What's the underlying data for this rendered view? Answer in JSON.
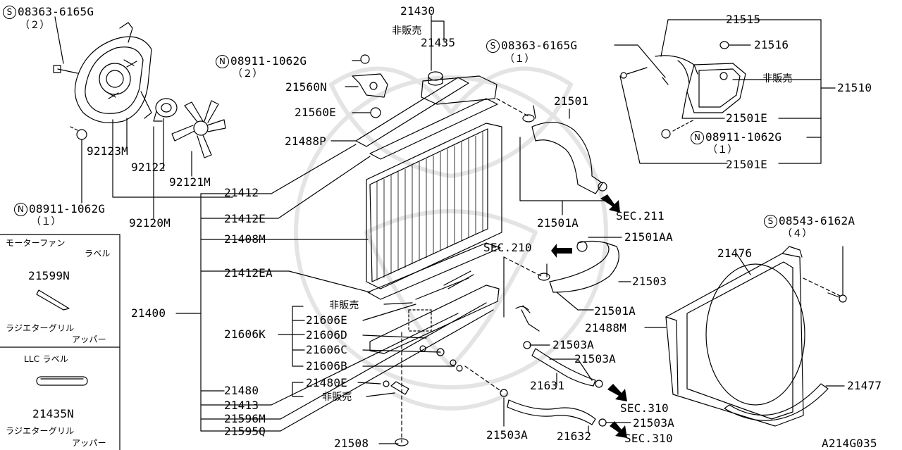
{
  "part_labels": {
    "p21430": "21430",
    "p21435": "21435",
    "p21515": "21515",
    "p21516": "21516",
    "p21510": "21510",
    "p21501": "21501",
    "p21501E_a": "21501E",
    "p21501E_b": "21501E",
    "p21560N": "21560N",
    "p21560E": "21560E",
    "p21488P": "21488P",
    "p92123M": "92123M",
    "p92122": "92122",
    "p92121M": "92121M",
    "p92120M": "92120M",
    "p21412": "21412",
    "p21412E": "21412E",
    "p21408M": "21408M",
    "p21412EA": "21412EA",
    "p21400": "21400",
    "p21606K": "21606K",
    "p21606E": "21606E",
    "p21606D": "21606D",
    "p21606C": "21606C",
    "p21606B": "21606B",
    "p21480": "21480",
    "p21480E": "21480E",
    "p21413": "21413",
    "p21596M": "21596M",
    "p21595Q": "21595Q",
    "p21508": "21508",
    "p21501A_a": "21501A",
    "p21501A_b": "21501A",
    "p21501AA": "21501AA",
    "p21503": "21503",
    "p21488M": "21488M",
    "p21476": "21476",
    "p21477": "21477",
    "p21503A_a": "21503A",
    "p21503A_b": "21503A",
    "p21503A_c": "21503A",
    "p21503A_d": "21503A",
    "p21631": "21631",
    "p21632": "21632",
    "p21599N": "21599N",
    "p21435N": "21435N"
  },
  "fastener_labels": {
    "s_08363_top": "08363-6165G",
    "s_08363_top_qty": "（２）",
    "n_08911_left": "08911-1062G",
    "n_08911_left_qty": "（１）",
    "n_08911_mid": "08911-1062G",
    "n_08911_mid_qty": "（２）",
    "s_08363_right": "08363-6165G",
    "s_08363_right_qty": "（１）",
    "n_08911_right": "08911-1062G",
    "n_08911_right_qty": "（１）",
    "s_08543": "08543-6162A",
    "s_08543_qty": "（４）",
    "s_mark": "S",
    "n_mark": "N"
  },
  "not_sold_labels": {
    "ns_top": "非販売",
    "ns_right": "非販売",
    "ns_mid": "非販売",
    "ns_low": "非販売"
  },
  "section_refs": {
    "sec211": "SEC.211",
    "sec210": "SEC.210",
    "sec310_a": "SEC.310",
    "sec310_b": "SEC.310"
  },
  "side_panel": {
    "motor_fan_label_1": "モーターファン",
    "motor_fan_label_2": "ラベル",
    "radiator_grille_1": "ラジエターグリル",
    "radiator_grille_1b": "アッパー",
    "llc_label": "LLC ラベル",
    "radiator_grille_2": "ラジエターグリル",
    "radiator_grille_2b": "アッパー"
  },
  "diagram_code": "A214G035",
  "colors": {
    "line": "#000000",
    "watermark": "#e6e6e6",
    "background": "#ffffff"
  }
}
